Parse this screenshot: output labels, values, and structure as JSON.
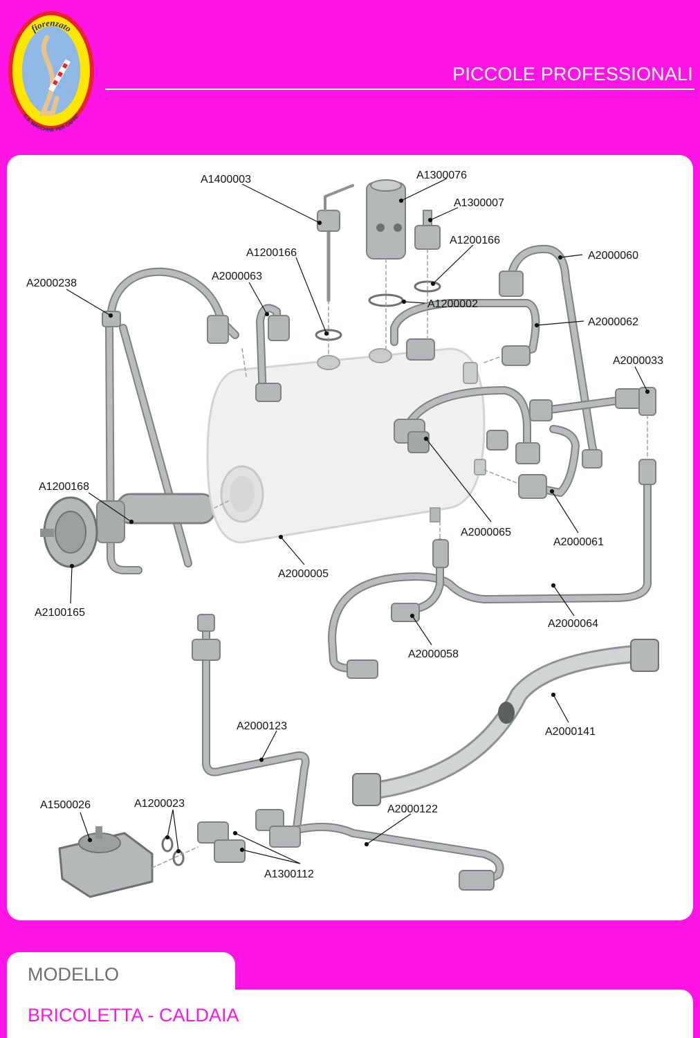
{
  "brand": {
    "logo_text_top": "fiorenzato",
    "logo_text_bottom": "C.S. MACCHINE PER CAFFE'"
  },
  "header": {
    "title": "PICCOLE PROFESSIONALI"
  },
  "footer": {
    "label": "MODELLO",
    "model": "BRICOLETTA - CALDAIA"
  },
  "colors": {
    "background": "#ff14e6",
    "panel": "#ffffff",
    "part_gray": "#b4b8b8",
    "part_dark": "#7c8282",
    "label_text": "#111111"
  },
  "parts": {
    "p_A1400003": "A1400003",
    "p_A1300076": "A1300076",
    "p_A1300007": "A1300007",
    "p_A1200166_a": "A1200166",
    "p_A1200166_b": "A1200166",
    "p_A2000060": "A2000060",
    "p_A2000238": "A2000238",
    "p_A2000063": "A2000063",
    "p_A1200002": "A1200002",
    "p_A2000062": "A2000062",
    "p_A2000033": "A2000033",
    "p_A1200168": "A1200168",
    "p_A2000065": "A2000065",
    "p_A2000061": "A2000061",
    "p_A2000005": "A2000005",
    "p_A2100165": "A2100165",
    "p_A2000064": "A2000064",
    "p_A2000058": "A2000058",
    "p_A2000123": "A2000123",
    "p_A2000141": "A2000141",
    "p_A1500026": "A1500026",
    "p_A1200023": "A1200023",
    "p_A2000122": "A2000122",
    "p_A1300112": "A1300112"
  }
}
